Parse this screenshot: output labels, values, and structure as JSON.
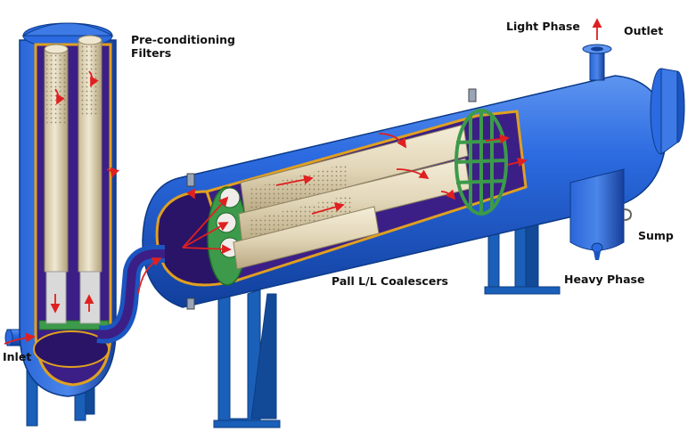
{
  "labels": {
    "preconditioning_line1": "Pre-conditioning",
    "preconditioning_line2": "Filters",
    "light_phase": "Light Phase",
    "outlet": "Outlet",
    "sump": "Sump",
    "heavy_phase": "Heavy Phase",
    "coalescers": "Pall L/L Coalescers",
    "inlet": "Inlet"
  },
  "colors": {
    "vessel_blue": "#1f5fd0",
    "interior_purple": "#3b1f86",
    "support_blue": "#1a5fb8",
    "element_tan": "#e6dcc2",
    "plate_green": "#3c9a4a",
    "shell_orange": "#e0a020",
    "flow_red": "#e02020"
  }
}
